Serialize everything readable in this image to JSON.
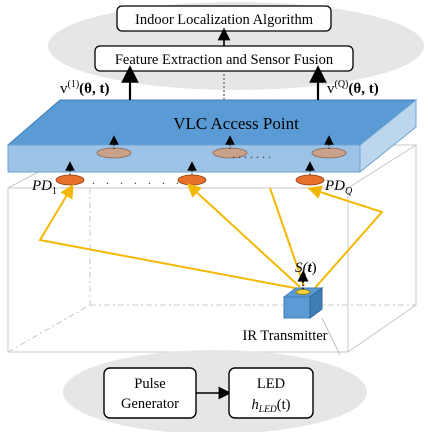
{
  "top_region": {
    "algorithm_box": "Indoor Localization Algorithm",
    "fusion_box": "Feature Extraction and Sensor Fusion",
    "signal_left": {
      "prefix": "v",
      "superscript": "(1)",
      "args": "(θ, t)"
    },
    "signal_right": {
      "prefix": "v",
      "superscript": "(Q)",
      "args": "(θ, t)"
    }
  },
  "access_point": {
    "label": "VLC Access Point"
  },
  "detectors": {
    "left_label": {
      "base": "PD",
      "subscript": "1"
    },
    "right_label": {
      "base": "PD",
      "subscript": "Q"
    },
    "ellipsis": ". . . . . . ."
  },
  "transmitter": {
    "signal_label": {
      "base": "S(",
      "var": "t",
      "close": ")"
    },
    "label": "IR Transmitter"
  },
  "bottom_region": {
    "pulse_box": [
      "Pulse",
      "Generator"
    ],
    "led_box": {
      "line1": "LED",
      "line2": {
        "base": "h",
        "subscript": "LED",
        "tail": "(t)"
      }
    }
  },
  "colors": {
    "ellipse_bg": "#e6e6e6",
    "ap_blue": "#5b9bd5",
    "ray_yellow": "#f5b800",
    "detector_orange": "#e8702a",
    "detector_faded": "#c9a08a"
  }
}
